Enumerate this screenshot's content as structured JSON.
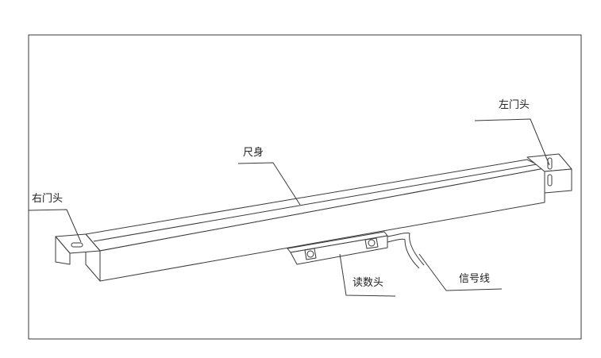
{
  "diagram": {
    "labels": {
      "left_door_head": "左门头",
      "right_door_head": "右门头",
      "ruler_body": "尺身",
      "reading_head": "读数头",
      "signal_line": "信号线"
    },
    "colors": {
      "line": "#3a3a3a",
      "text": "#222222",
      "background": "#ffffff"
    }
  }
}
